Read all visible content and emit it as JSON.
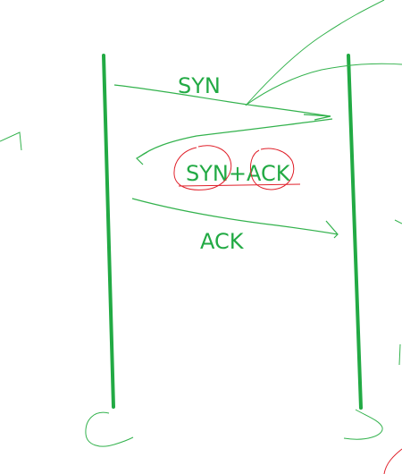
{
  "diagram": {
    "labels": {
      "syn": "SYN",
      "syn_ack": "SYN+ACK",
      "ack": "ACK"
    },
    "colors": {
      "lifeline": "#22aa44",
      "sketch": "#33b24d",
      "annotation": "#e0202a"
    }
  }
}
